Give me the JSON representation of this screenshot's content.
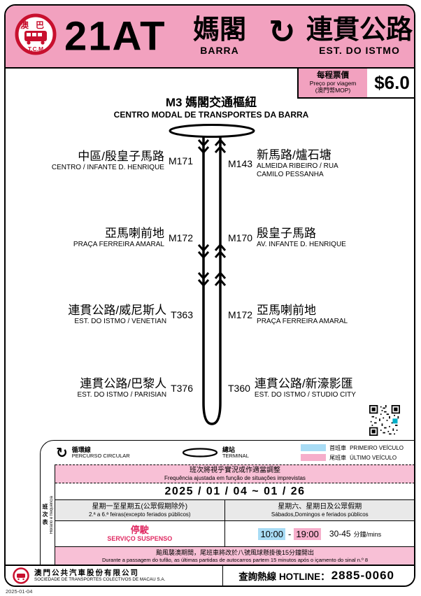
{
  "colors": {
    "header_pink": "#F2A1BF",
    "band_pink": "#F8C0D6",
    "first_vehicle_blue": "#A8DCF5",
    "last_vehicle_pink": "#F6AECB",
    "brand_red": "#C8102E",
    "suspended_red": "#E02A62",
    "column_header_gray": "#E9E9E9"
  },
  "icons": {
    "circular_arrow": "↻"
  },
  "header": {
    "route_number": "21AT",
    "origin_zh": "媽閣",
    "origin_pt": "BARRA",
    "destination_zh": "連貫公路",
    "destination_pt": "EST. DO ISTMO",
    "logo_zh": "澳巴",
    "logo_abbr": "T.C.M"
  },
  "fare": {
    "label_zh": "每程票價",
    "label_pt": "Preço por viagem",
    "label_currency": "(澳門幣MOP)",
    "amount": "$6.0"
  },
  "terminal": {
    "title_zh": "M3 媽閣交通樞紐",
    "title_pt": "CENTRO MODAL DE TRANSPORTES DA BARRA"
  },
  "stops": {
    "left": [
      {
        "zh": "中區/殷皇子馬路",
        "pt": "CENTRO / INFANTE D. HENRIQUE",
        "code": "M171"
      },
      {
        "zh": "亞馬喇前地",
        "pt": "PRAÇA FERREIRA AMARAL",
        "code": "M172"
      },
      {
        "zh": "連貫公路/威尼斯人",
        "pt": "EST. DO ISTMO / VENETIAN",
        "code": "T363"
      },
      {
        "zh": "連貫公路/巴黎人",
        "pt": "EST. DO ISTMO / PARISIAN",
        "code": "T376"
      }
    ],
    "right": [
      {
        "code": "M143",
        "zh": "新馬路/爐石塘",
        "pt": "ALMEIDA RIBEIRO / RUA CAMILO PESSANHA"
      },
      {
        "code": "M170",
        "zh": "殷皇子馬路",
        "pt": "AV. INFANTE D. HENRIQUE"
      },
      {
        "code": "M172",
        "zh": "亞馬喇前地",
        "pt": "PRAÇA FERREIRA AMARAL"
      },
      {
        "code": "T360",
        "zh": "連貫公路/新濠影匯",
        "pt": "EST. DO ISTMO / STUDIO CITY"
      }
    ]
  },
  "legend": {
    "circular_zh": "循環線",
    "circular_pt": "PERCURSO CIRCULAR",
    "terminal_zh": "總站",
    "terminal_pt": "TERMINAL",
    "first_zh": "首班車",
    "first_pt": "PRIMEIRO VEÍCULO",
    "last_zh": "尾班車",
    "last_pt": "ÚLTIMO VEÍCULO"
  },
  "schedule": {
    "side_zh": "班次表",
    "side_pt": "Horário e frequência",
    "notice_zh": "班次將視乎實況或作適當調整",
    "notice_pt": "Frequência ajustada em função de situações imprevistas",
    "date_range": "2025 / 01 / 04 ~ 01 / 26",
    "weekday_zh": "星期一至星期五(公眾假期除外)",
    "weekday_pt": "2.ª a 6.ª feiras(excepto feriados públicos)",
    "weekend_zh": "星期六、星期日及公眾假期",
    "weekend_pt": "Sábados,Domingos e feriados públicos",
    "suspended_zh": "停駛",
    "suspended_pt": "SERVIÇO SUSPENSO",
    "first_time": "10:00",
    "time_separator": "-",
    "last_time": "19:00",
    "frequency": "30-45",
    "frequency_unit": "分鐘/mins",
    "typhoon_zh": "颱風襲澳期間，尾班車將改於八號風球懸掛後15分鐘開出",
    "typhoon_pt": "Durante a passagem do tufão, as últimas partidas de autocarros partem 15 minutos após o içamento do sinal n.º 8"
  },
  "footer": {
    "company_zh": "澳門公共汽車股份有限公司",
    "company_pt": "SOCIEDADE DE TRANSPORTES COLECTIVOS DE MACAU S.A.",
    "hotline_label": "查詢熱線 HOTLINE：",
    "hotline_number": "2885-0060"
  },
  "print_date": "2025-01-04"
}
